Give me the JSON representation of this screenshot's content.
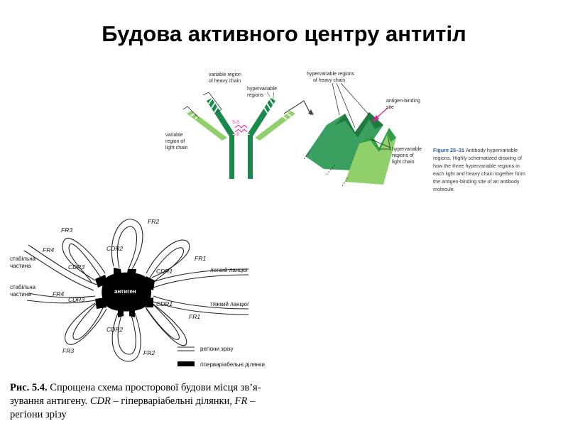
{
  "slide": {
    "title": "Будова активного центру антитіл"
  },
  "figure_top": {
    "labels": {
      "var_heavy_1": "variable region",
      "var_heavy_2": "of heavy chain",
      "hyper_1": "hypervariable",
      "hyper_2": "regions",
      "var_light_1": "variable",
      "var_light_2": "region of",
      "var_light_3": "light chain",
      "ss": "S-S",
      "hv_heavy_1": "hypervariable regions",
      "hv_heavy_2": "of heavy chain",
      "abs_1": "antigen-binding",
      "abs_2": "site",
      "hv_light_1": "hypervariable",
      "hv_light_2": "regions of",
      "hv_light_3": "light chain"
    },
    "caption": {
      "number": "Figure 25–31",
      "line1_rest": "Antibody hypervariable",
      "line2": "regions. Highly schematized drawing of",
      "line3": "how the three hypervariable regions in",
      "line4": "each light and heavy chain together form",
      "line5": "the antigen-binding site of an antibody",
      "line6": "molecule."
    }
  },
  "figure_bottom": {
    "labels": {
      "fr3_top": "FR3",
      "fr2_top": "FR2",
      "fr4_top": "FR4",
      "cdr2_top": "CDR2",
      "fr1_top": "FR1",
      "stable_1a": "стабільна",
      "stable_1b": "частина",
      "cdr3_top": "CDR3",
      "cdr1_top": "CDR1",
      "light_chain": "легкий ланцюг",
      "antigen": "антиген",
      "stable_2a": "стабільна",
      "stable_2b": "частина",
      "fr4_bottom": "FR4",
      "cdr3_bottom": "CDR3",
      "cdr1_bottom": "CDR1",
      "heavy_chain": "тяжкий ланцюг",
      "fr1_bottom": "FR1",
      "cdr2_bottom": "CDR2",
      "fr3_bottom": "FR3",
      "fr2_bottom": "FR2",
      "legend_framework": "регіони зрізу",
      "legend_hyper": "гіперваріабельні ділянки"
    },
    "caption": {
      "bold": "Рис. 5.4.",
      "text1": " Спрощена схема просторової будови місця зв’я-",
      "text2a": "зування антигену. ",
      "cdr": "CDR",
      "text2b": " – гіперваріабельні ділянки, ",
      "fr": "FR",
      "text2c": " –",
      "text3": "регіони зрізу"
    }
  },
  "colors": {
    "dark_green": "#1a8a4a",
    "light_green": "#8fd06a",
    "mid_green": "#3aa060",
    "caption_blue": "#2a5aa8",
    "arrow_pink": "#e0208a"
  }
}
